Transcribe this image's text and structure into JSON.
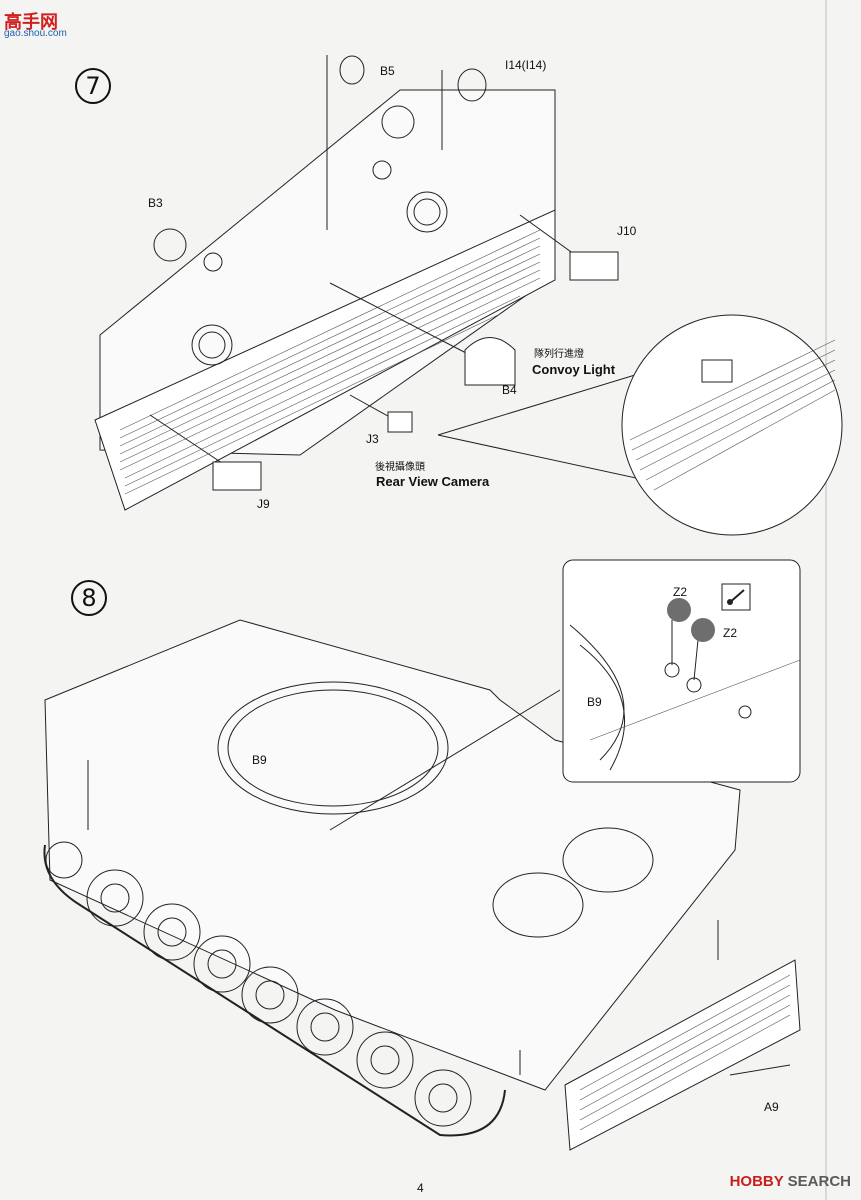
{
  "watermark": {
    "title": "高手网",
    "site": "gao.shou.com"
  },
  "steps": {
    "step7": "7",
    "step8": "8"
  },
  "parts": {
    "b5": "B5",
    "i14": "I14(I14)",
    "b3": "B3",
    "j10": "J10",
    "b4": "B4",
    "j3": "J3",
    "j9": "J9",
    "b9_main": "B9",
    "b9_inset": "B9",
    "z2_top": "Z2",
    "z2_side": "Z2",
    "a9": "A9"
  },
  "callouts": {
    "convoy_cjk": "隊列行進燈",
    "convoy_en": "Convoy Light",
    "camera_cjk": "後視攝像頭",
    "camera_en": "Rear View Camera"
  },
  "footer": {
    "page_number": "4",
    "brand_red": "HOBBY",
    "brand_gray": " SEARCH"
  },
  "icons": [
    "paint-brush-icon",
    "hobby-search-logo-icon"
  ]
}
